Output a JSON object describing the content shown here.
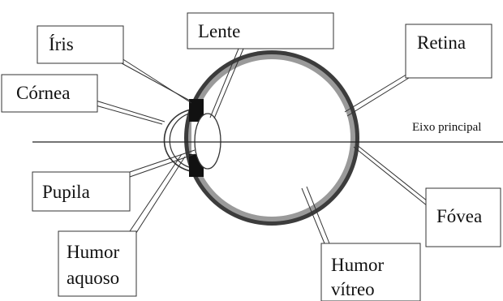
{
  "labels": {
    "iris": "Íris",
    "lente": "Lente",
    "retina": "Retina",
    "cornea": "Córnea",
    "eixo": "Eixo principal",
    "pupila": "Pupila",
    "fovea": "Fóvea",
    "humor_aquoso_1": "Humor",
    "humor_aquoso_2": "aquoso",
    "humor_vitreo_1": "Humor",
    "humor_vitreo_2": "vítreo"
  },
  "colors": {
    "sclera_outer": "#3c3c3c",
    "retina_layer": "#9a9a9a",
    "iris": "#111111",
    "line": "#333333"
  }
}
